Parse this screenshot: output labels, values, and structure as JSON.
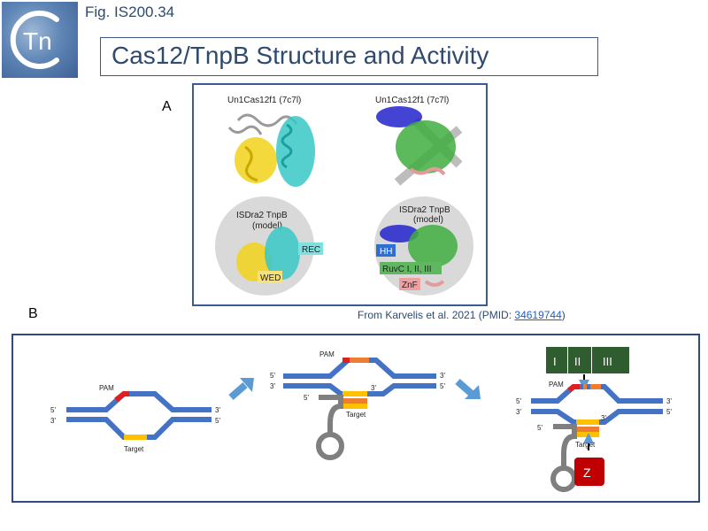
{
  "figure": {
    "label": "Fig. IS200.34",
    "title": "Cas12/TnpB Structure and Activity",
    "logo_text": "Tn"
  },
  "panel_a": {
    "letter": "A",
    "structures": [
      {
        "caption": "Un1Cas12f1 (7c7l)"
      },
      {
        "caption": "Un1Cas12f1 (7c7l)"
      },
      {
        "caption_line1": "ISDra2 TnpB",
        "caption_line2": "(model)",
        "labels": [
          "REC",
          "WED"
        ]
      },
      {
        "caption_line1": "ISDra2 TnpB",
        "caption_line2": "(model)",
        "labels": [
          "HH",
          "RuvC I, II, III",
          "ZnF"
        ]
      }
    ]
  },
  "citation": {
    "prefix": "From Karvelis et al. 2021 (PMID: ",
    "pmid": "34619744",
    "suffix": ")"
  },
  "panel_b": {
    "letter": "B",
    "step1": {
      "pam": "PAM",
      "target": "Target",
      "left_top": "5'",
      "left_bottom": "3'",
      "right_top": "3'",
      "right_bottom": "5'"
    },
    "step2": {
      "pam": "PAM",
      "target": "Target",
      "left_top": "5'",
      "left_bottom": "3'",
      "right_top": "3'",
      "right_bottom": "5'",
      "rna_5": "5'",
      "rna_3": "3'"
    },
    "step3": {
      "pam": "PAM",
      "target": "Target",
      "left_top": "5'",
      "left_bottom": "3'",
      "right_top": "3'",
      "right_bottom": "5'",
      "rna_5": "5'",
      "rna_3": "3'",
      "ruvc_labels": [
        "I",
        "II",
        "III"
      ],
      "znf_label": "Z"
    }
  },
  "colors": {
    "dna": "#4472c4",
    "pam": "#e02020",
    "protospacer": "#ed7d31",
    "target": "#ffc000",
    "rna": "#7f7f7f",
    "ruvc": "#2f5d2f",
    "znf": "#c00000",
    "arrow": "#5b9bd5"
  }
}
